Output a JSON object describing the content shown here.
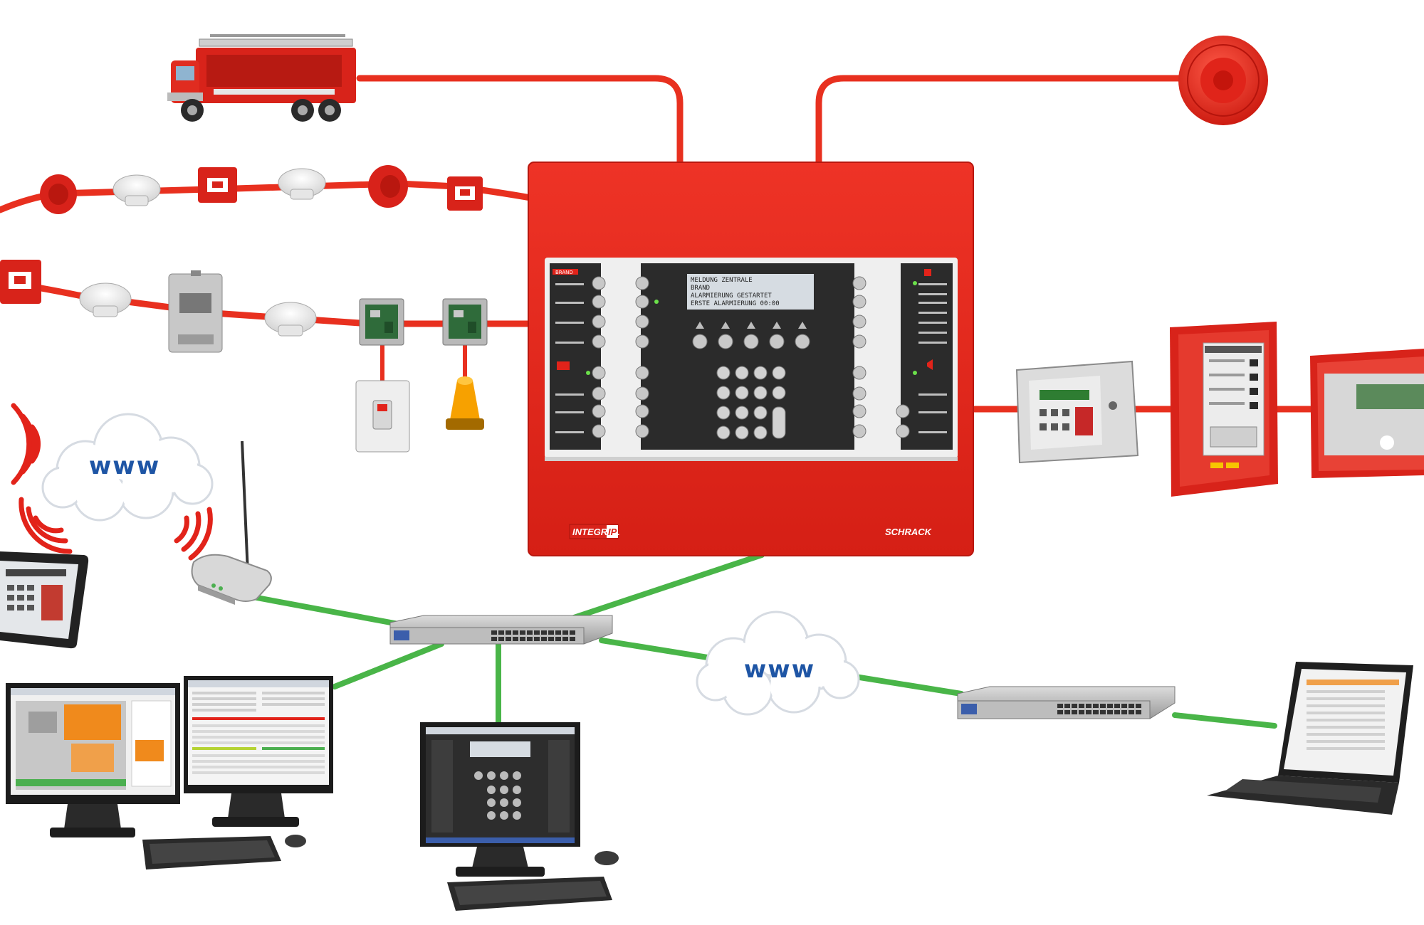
{
  "clouds": [
    {
      "label": "www"
    },
    {
      "label": "www"
    }
  ],
  "panel": {
    "top_label": "BRAND",
    "brand_left": "INTEGRAL",
    "brand_left_suffix": "IP",
    "brand_right": "SCHRACK",
    "lcd_lines": [
      "MELDUNG ZENTRALE",
      "BRAND",
      "ALARMIERUNG GESTARTET",
      "ERSTE ALARMIERUNG 00:00"
    ]
  },
  "colors": {
    "fire_red": "#e2231a",
    "line_red": "#e8301f",
    "network_green": "#49b548",
    "cloud_text": "#1e55a5",
    "panel_dark": "#2b2b2b"
  },
  "icons": [
    "fire-truck-icon",
    "siren-icon",
    "smoke-detector-icon",
    "call-point-icon",
    "sounder-icon",
    "gas-detector-icon",
    "io-module-icon",
    "flashing-beacon-icon",
    "switch-plate-icon",
    "wireless-signal-icon",
    "tablet-icon",
    "router-icon",
    "network-switch-icon",
    "monitor-icon",
    "keyboard-icon",
    "mouse-icon",
    "laptop-icon",
    "repeater-panel-icon",
    "fire-brigade-panel-icon",
    "sub-panel-icon"
  ]
}
